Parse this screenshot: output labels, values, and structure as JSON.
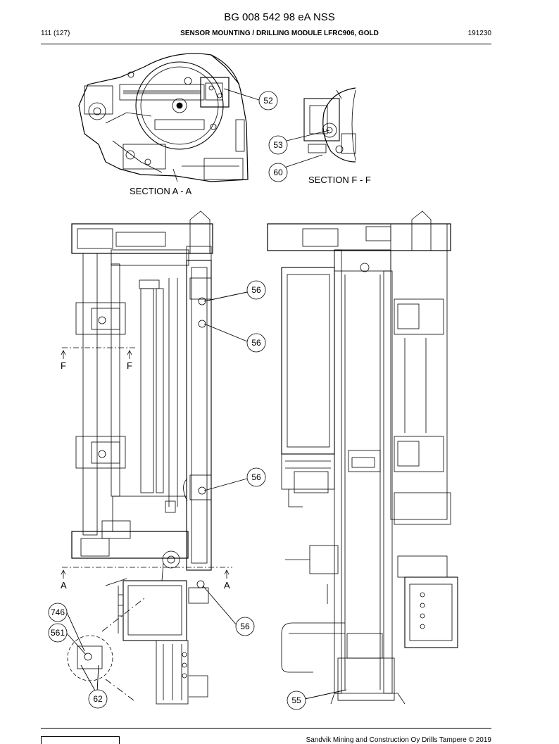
{
  "document": {
    "title": "BG 008 542 98 eA NSS",
    "page": "111 (127)",
    "section": "SENSOR MOUNTING / DRILLING MODULE LFRC906, GOLD",
    "date_code": "191230",
    "footer": "Sandvik Mining and Construction Oy Drills Tampere © 2019"
  },
  "sections": {
    "a": "SECTION A - A",
    "f": "SECTION F - F"
  },
  "cut_marks": {
    "f": "F",
    "a": "A"
  },
  "callouts": [
    "52",
    "53",
    "60",
    "56",
    "56",
    "56",
    "56",
    "746",
    "561",
    "62",
    "55"
  ]
}
